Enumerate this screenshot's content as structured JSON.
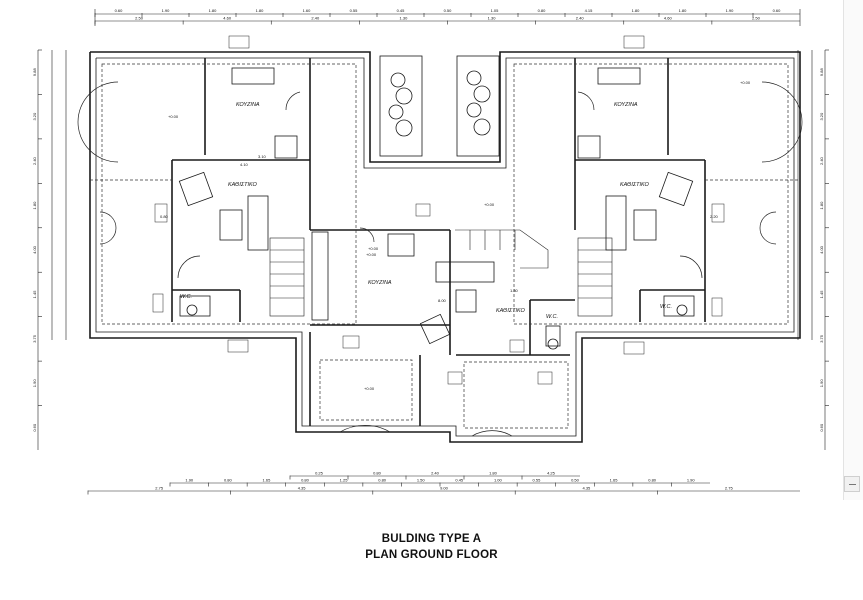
{
  "caption": {
    "line1": "BULDING TYPE A",
    "line2": "PLAN GROUND FLOOR"
  },
  "rooms": {
    "kitchen": "ΚΟΥΖΙΝΑ",
    "living": "ΚΑΘΙΣΤΙΚΟ",
    "wc": "W.C."
  },
  "top_dims_row1": [
    "0.60",
    "1.90",
    "1.80",
    "1.80",
    "1.60",
    "0.55",
    "0.45",
    "0.50",
    "1.05",
    "0.80",
    "4.15",
    "1.80",
    "1.80",
    "1.90",
    "0.60"
  ],
  "top_dims_row2": [
    "2.50",
    "4.60",
    "2.40",
    "1.30",
    "1.30",
    "2.40",
    "4.60",
    "2.50"
  ],
  "bottom_dims_row1": [
    "0.25",
    "0.80",
    "2.40",
    "1.80",
    "4.25"
  ],
  "bottom_dims_row2": [
    "1.90",
    "0.80",
    "1.65",
    "0.80",
    "1.25",
    "0.80",
    "1.50",
    "0.45",
    "1.00",
    "0.55",
    "0.50",
    "1.65",
    "0.80",
    "1.90"
  ],
  "bottom_dims_row3": [
    "2.75",
    "4.35",
    "9.00",
    "4.35",
    "2.75"
  ],
  "left_dims": [
    "9.88",
    "3.20",
    "2.40",
    "1.80",
    "4.00",
    "1.45",
    "3.75",
    "1.90",
    "0.60"
  ],
  "right_dims": [
    "9.88",
    "3.20",
    "2.40",
    "1.80",
    "4.00",
    "1.45",
    "3.75",
    "1.90",
    "0.60"
  ],
  "interior_dims": [
    "3.10",
    "4.10",
    "8.00",
    "1.80",
    "+0.00",
    "0.80",
    "2.20"
  ],
  "level_mark": "+0.00",
  "colors": {
    "line": "#1a1a1a",
    "paper": "#ffffff",
    "window": "#444444"
  }
}
